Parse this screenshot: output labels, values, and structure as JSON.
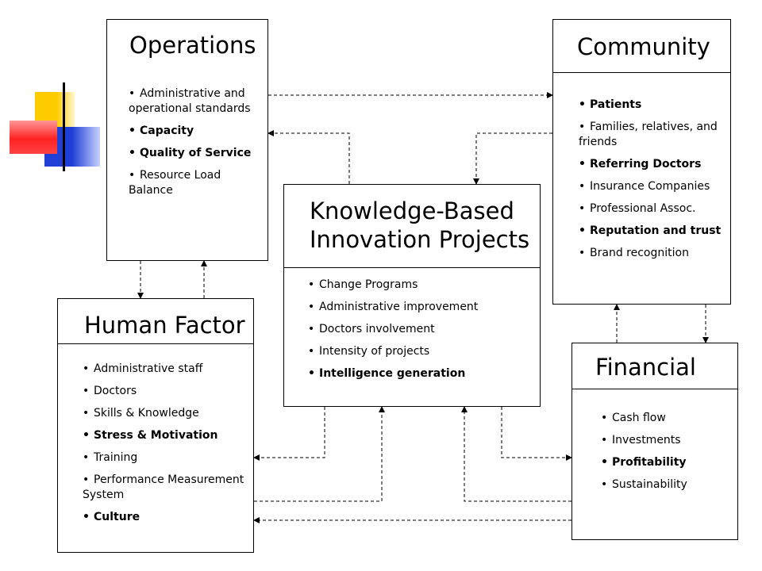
{
  "operations": {
    "title": "Operations",
    "items": [
      {
        "text": "Administrative and operational standards",
        "bold": false
      },
      {
        "text": "Capacity",
        "bold": true
      },
      {
        "text": "Quality of Service",
        "bold": true
      },
      {
        "text": "Resource Load Balance",
        "bold": false
      }
    ]
  },
  "community": {
    "title": "Community",
    "items": [
      {
        "text": "Patients",
        "bold": true
      },
      {
        "text": "Families, relatives, and friends",
        "bold": false
      },
      {
        "text": "Referring Doctors",
        "bold": true
      },
      {
        "text": "Insurance Companies",
        "bold": false
      },
      {
        "text": "Professional Assoc.",
        "bold": false
      },
      {
        "text": "Reputation and trust",
        "bold": true
      },
      {
        "text": "Brand recognition",
        "bold": false
      }
    ]
  },
  "knowledge": {
    "title_line1": "Knowledge-Based",
    "title_line2": "Innovation Projects",
    "items": [
      {
        "text": "Change Programs",
        "bold": false
      },
      {
        "text": "Administrative improvement",
        "bold": false
      },
      {
        "text": "Doctors involvement",
        "bold": false
      },
      {
        "text": "Intensity of projects",
        "bold": false
      },
      {
        "text": "Intelligence generation",
        "bold": true
      }
    ]
  },
  "human_factor": {
    "title": "Human Factor",
    "items": [
      {
        "text": "Administrative staff",
        "bold": false
      },
      {
        "text": "Doctors",
        "bold": false
      },
      {
        "text": "Skills & Knowledge",
        "bold": false
      },
      {
        "text": "Stress & Motivation",
        "bold": true
      },
      {
        "text": "Training",
        "bold": false
      },
      {
        "text": "Performance Measurement System",
        "bold": false
      },
      {
        "text": "Culture",
        "bold": true
      }
    ]
  },
  "financial": {
    "title": "Financial",
    "items": [
      {
        "text": "Cash flow",
        "bold": false
      },
      {
        "text": "Investments",
        "bold": false
      },
      {
        "text": "Profitability",
        "bold": true
      },
      {
        "text": "Sustainability",
        "bold": false
      }
    ]
  },
  "colors": {
    "deco_yellow": "#ffcc00",
    "deco_blue": "#1f3fd6",
    "deco_red": "#ff3333",
    "line": "#000000"
  }
}
